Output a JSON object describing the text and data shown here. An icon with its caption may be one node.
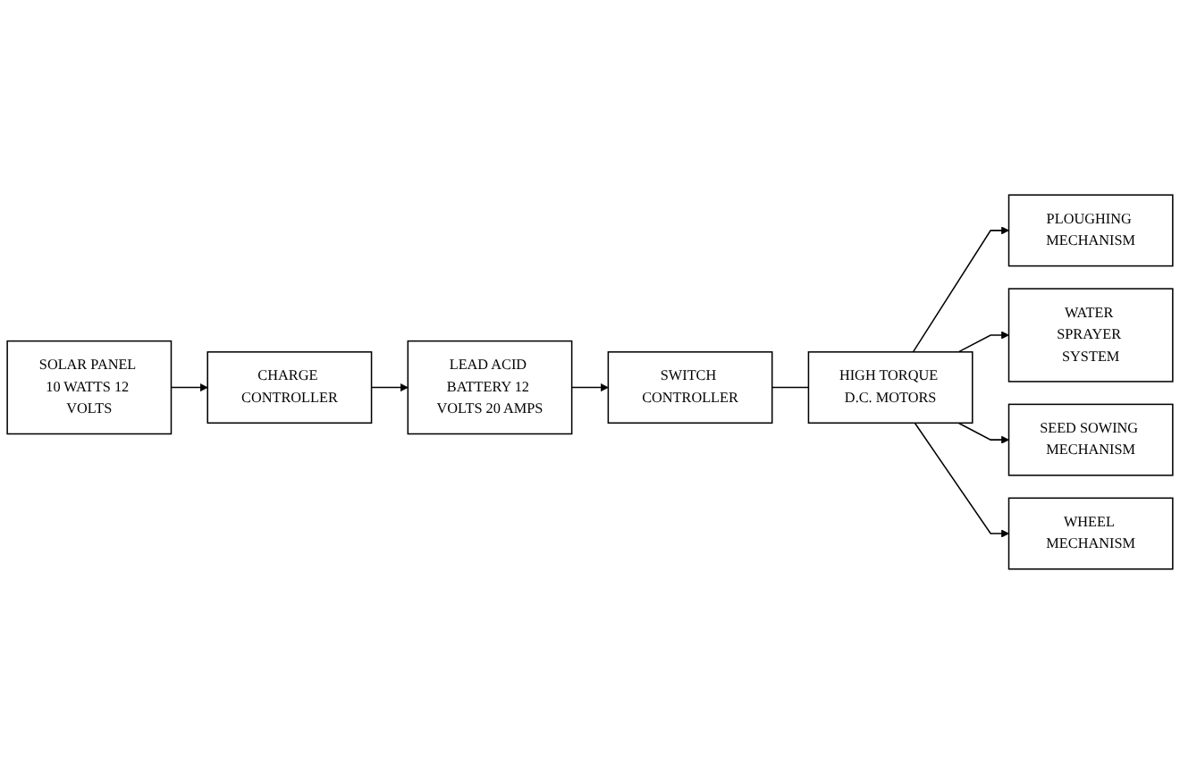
{
  "diagram": {
    "nodes": [
      {
        "text": [
          "SOLAR PANEL 10 WATTS 12 VOLTS"
        ]
      },
      {
        "text": [
          "CHARGE CONTROLLER"
        ]
      },
      {
        "text": [
          "LEAD ACID BATTERY 12 VOLTS 20 AMPS"
        ]
      },
      {
        "text": [
          "SWITCH CONTROLLER"
        ]
      },
      {
        "text": [
          "HIGH TORQUE D.C. MOTORS"
        ]
      },
      {
        "text": [
          "PLOUGHING MECHANISM"
        ]
      },
      {
        "text": [
          "WATER SPRAYER SYSTEM"
        ]
      },
      {
        "text": [
          "SEED SOWING MECHANISM"
        ]
      },
      {
        "text": [
          "WHEEL MECHANISM"
        ]
      }
    ],
    "edges": [
      {
        "from": 0,
        "to": 1,
        "arrow": "to"
      },
      {
        "from": 1,
        "to": 2,
        "arrow": "to"
      },
      {
        "from": 2,
        "to": 3,
        "arrow": "to"
      },
      {
        "from": 3,
        "to": 4,
        "arrow": "none"
      },
      {
        "from": 4,
        "to": 5,
        "arrow": "to"
      },
      {
        "from": 4,
        "to": 6,
        "arrow": "to"
      },
      {
        "from": 4,
        "to": 7,
        "arrow": "to"
      },
      {
        "from": 4,
        "to": 8,
        "arrow": "to"
      }
    ]
  }
}
